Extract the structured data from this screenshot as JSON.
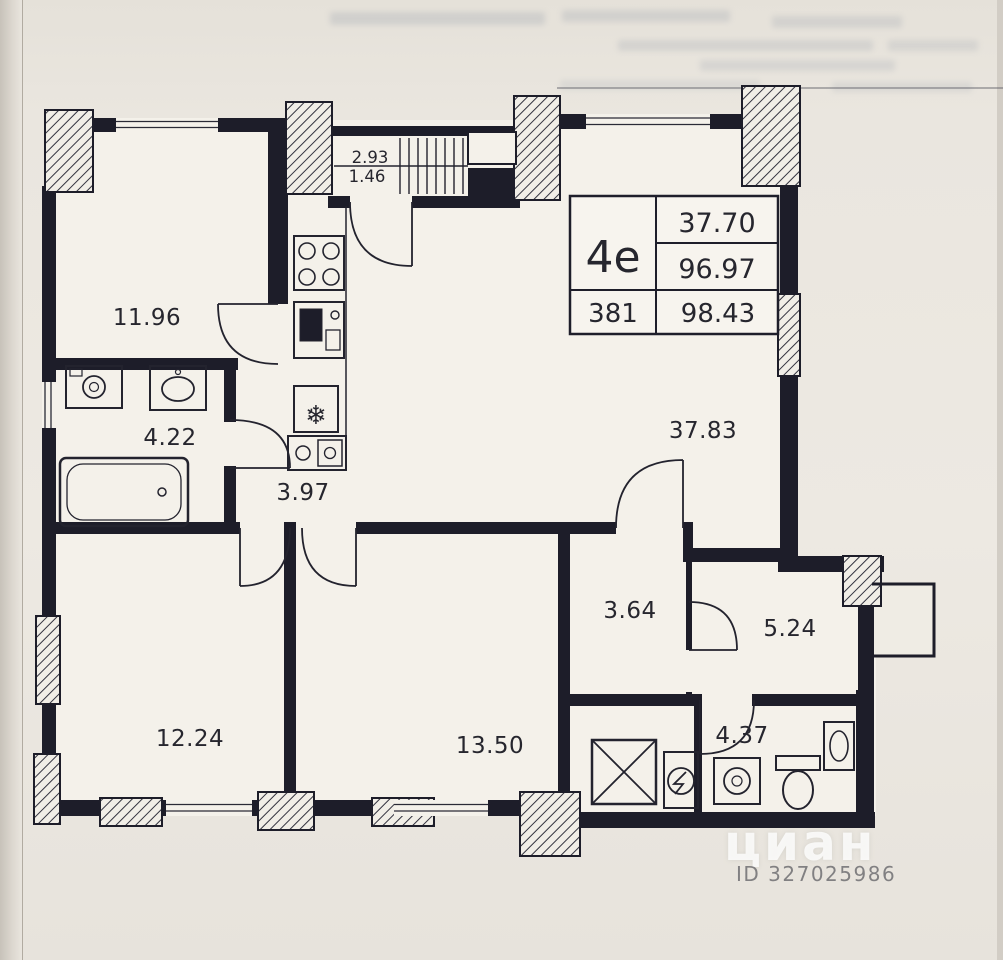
{
  "rooms": {
    "top_left_area": "11.96",
    "bathroom_top_area": "4.22",
    "hallway_area": "3.97",
    "stair_run_a": "2.93",
    "stair_run_b": "1.46",
    "living_area": "37.83",
    "corridor_area": "3.64",
    "entry_hall_area": "5.24",
    "bottom_left_area": "12.24",
    "bottom_middle_area": "13.50",
    "bathroom_bottom_area": "4.37"
  },
  "info_table": {
    "plan_type": "4е",
    "living_space": "37.70",
    "apartment_area": "96.97",
    "apartment_number": "381",
    "total_area": "98.43"
  },
  "icons": {
    "fridge": "❄"
  },
  "watermark": {
    "brand": "циан",
    "listing_id": "ID 327025986"
  },
  "colors": {
    "wall": "#1d1d29",
    "paper": "#e8e4dd",
    "floor": "#f4f1ea"
  }
}
